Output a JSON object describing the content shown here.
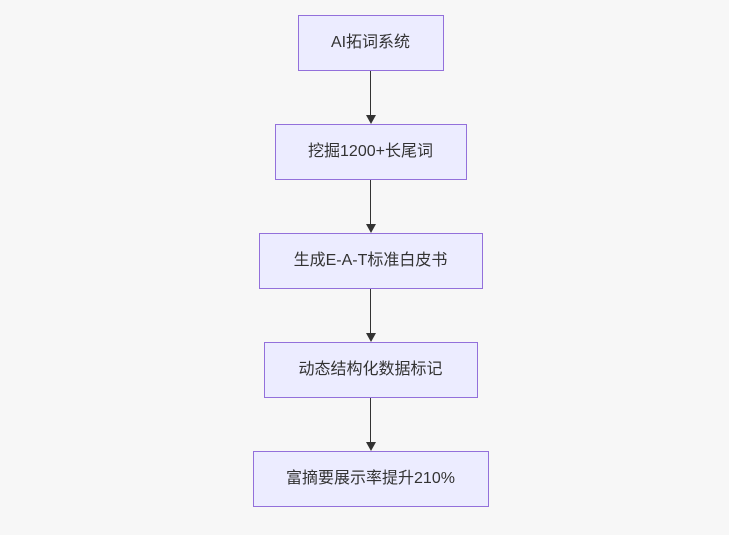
{
  "background_color": "#f7f7f7",
  "flowchart": {
    "type": "flowchart",
    "direction": "top-down",
    "nodes": [
      {
        "label": "AI拓词系统"
      },
      {
        "label": "挖掘1200+长尾词"
      },
      {
        "label": "生成E-A-T标准白皮书"
      },
      {
        "label": "动态结构化数据标记"
      },
      {
        "label": "富摘要展示率提升210%"
      }
    ],
    "edges": [
      {
        "from": "AI拓词系统",
        "to": "挖掘1200+长尾词"
      },
      {
        "from": "挖掘1200+长尾词",
        "to": "生成E-A-T标准白皮书"
      },
      {
        "from": "生成E-A-T标准白皮书",
        "to": "动态结构化数据标记"
      },
      {
        "from": "动态结构化数据标记",
        "to": "富摘要展示率提升210%"
      }
    ],
    "colors": {
      "node_fill": "#ececff",
      "node_border": "#9370db",
      "node_text": "#333333",
      "arrow": "#333333"
    }
  }
}
